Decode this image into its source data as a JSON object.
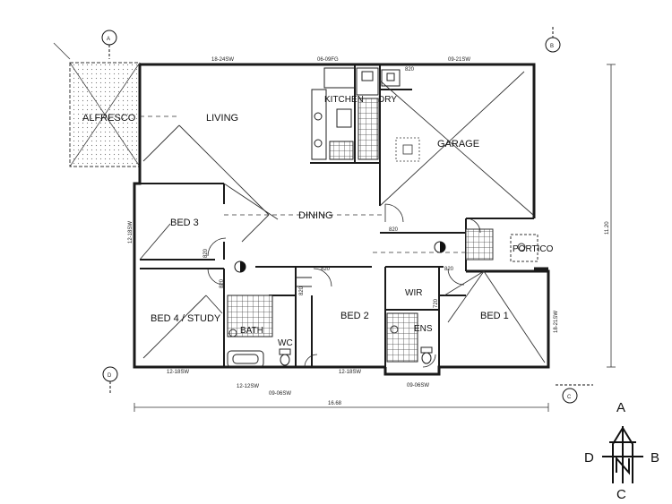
{
  "rooms": {
    "alfresco": "ALFRESCO",
    "living": "LIVING",
    "kitchen": "KITCHEN",
    "dry": "DRY",
    "garage": "GARAGE",
    "bed3": "BED 3",
    "dining": "DINING",
    "portico": "PORTICO",
    "wir": "WIR",
    "bed4": "BED 4 / STUDY",
    "bath": "BATH",
    "bed2": "BED 2",
    "ens": "ENS",
    "bed1": "BED 1",
    "wc": "WC"
  },
  "window_codes": {
    "top_living": "18-24SW",
    "top_kitchen": "06-09FG",
    "top_garage": "09-21SW",
    "left_bed3": "12-18SW",
    "bottom_bed4": "12-18SW",
    "bottom_bath": "12-12SW",
    "bottom_wc": "09-06SW",
    "bottom_bed2": "12-18SW",
    "bottom_ens": "09-06SW",
    "right_bed1": "18-21SW"
  },
  "door_codes": {
    "d1": "820",
    "d2": "820",
    "d3": "820",
    "d4": "820",
    "d5": "820",
    "d6": "820",
    "d7": "820",
    "d8": "720"
  },
  "dimensions": {
    "overall_width": "16.68",
    "overall_depth": "11.20"
  },
  "section_markers": [
    "A",
    "B",
    "C",
    "D"
  ],
  "compass": {
    "north": "N",
    "top": "A",
    "left": "D",
    "right": "B",
    "bottom": "C"
  },
  "colors": {
    "line": "#1a1a1a",
    "hatch": "#555555",
    "background": "#ffffff"
  }
}
